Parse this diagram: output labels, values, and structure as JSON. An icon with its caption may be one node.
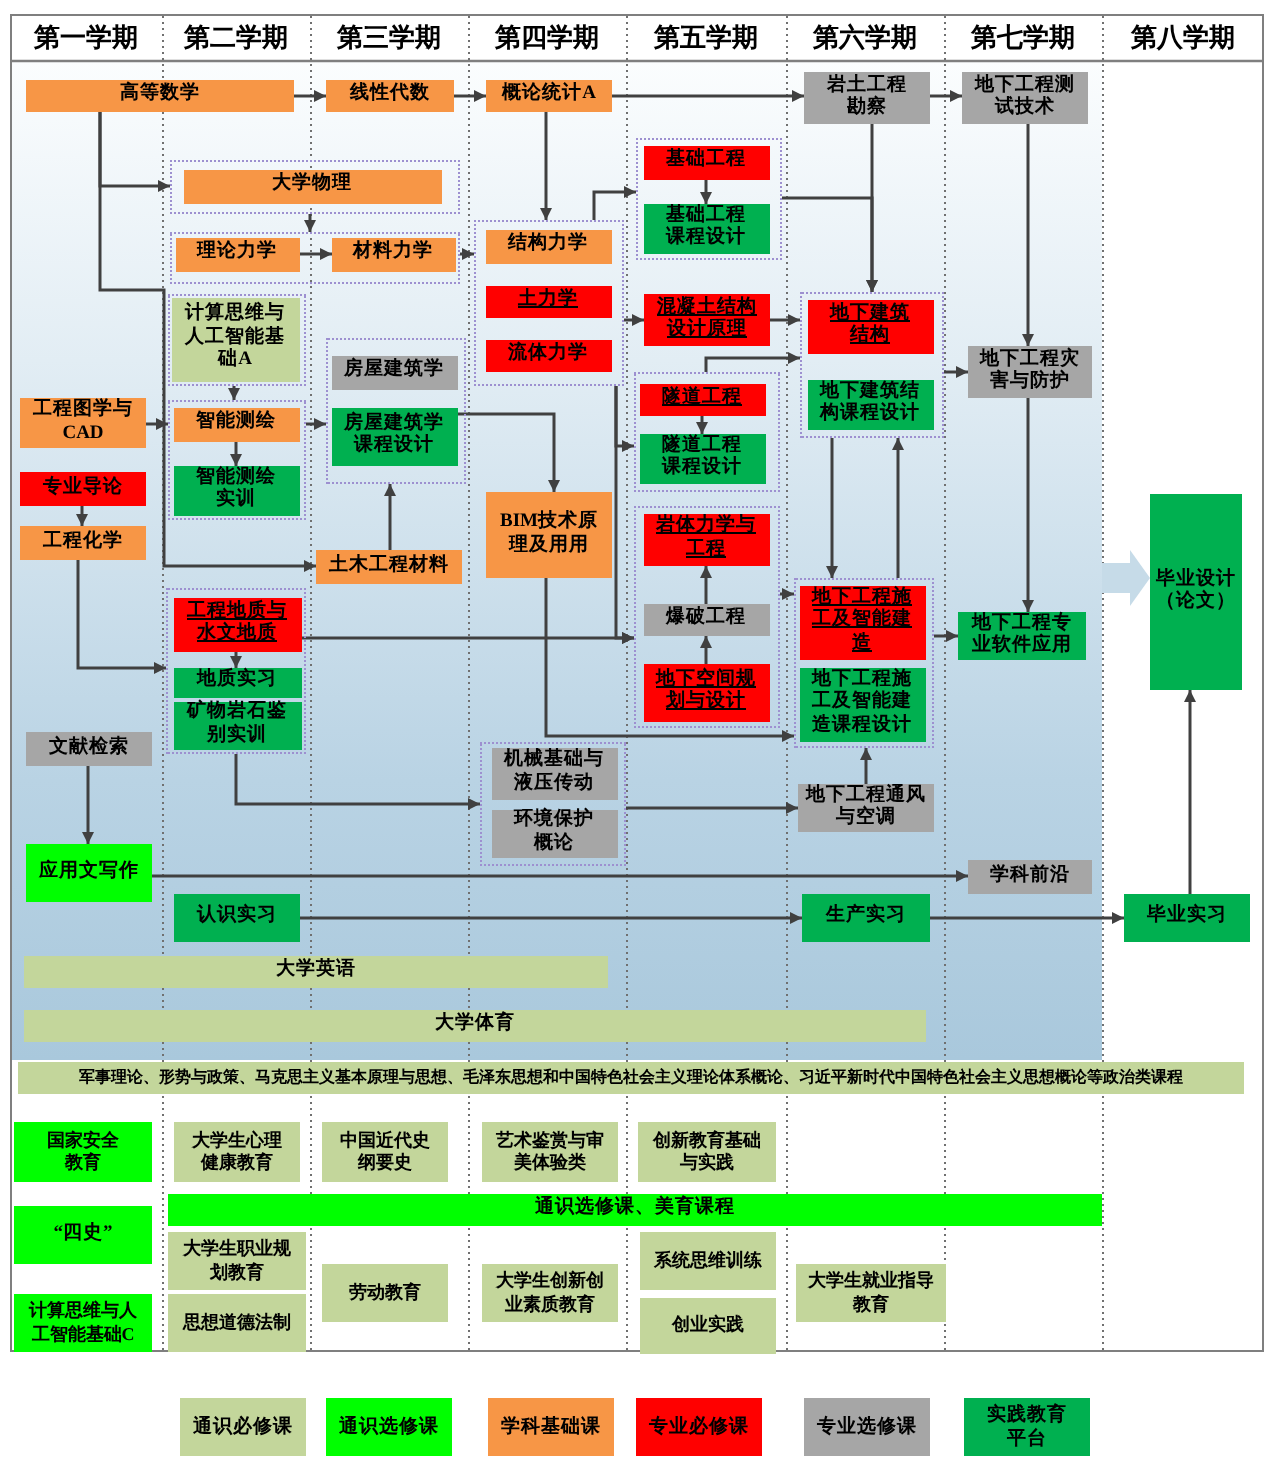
{
  "diagram": {
    "nodes": [
      {
        "text": [
          "高等数学"
        ]
      },
      {
        "text": [
          "线性代数"
        ]
      },
      {
        "text": [
          "概论统计A"
        ]
      },
      {
        "text": [
          "岩土工程勘察"
        ]
      },
      {
        "text": [
          "地下工程测试技术"
        ]
      },
      {
        "text": [],
        "shape": "box"
      },
      {
        "text": [
          "基础工程"
        ],
        "in": 5
      },
      {
        "text": [
          "基础工程课程设计"
        ],
        "in": 5
      },
      {
        "text": [],
        "shape": "box"
      },
      {
        "text": [
          "大学物理"
        ],
        "in": 8
      },
      {
        "text": [],
        "shape": "box"
      },
      {
        "text": [
          "理论力学"
        ],
        "in": 10
      },
      {
        "text": [
          "材料力学"
        ],
        "in": 10
      },
      {
        "text": [],
        "shape": "box"
      },
      {
        "text": [
          "结构力学"
        ],
        "in": 13
      },
      {
        "text": [
          "土力学"
        ],
        "in": 13
      },
      {
        "text": [
          "流体力学"
        ],
        "in": 13
      },
      {
        "text": [],
        "shape": "box"
      },
      {
        "text": [
          "计算思维与人工智能基础A"
        ],
        "in": 17
      },
      {
        "text": [
          "混凝土结构设计原理"
        ]
      },
      {
        "text": [],
        "shape": "box"
      },
      {
        "text": [
          "地下建筑结构"
        ],
        "in": 20
      },
      {
        "text": [
          "地下建筑结构课程设计"
        ],
        "in": 20
      },
      {
        "text": [
          "地下工程灾害与防护"
        ]
      },
      {
        "text": [],
        "shape": "box"
      },
      {
        "text": [
          "房屋建筑学"
        ],
        "in": 24
      },
      {
        "text": [
          "房屋建筑学课程设计"
        ],
        "in": 24
      },
      {
        "text": [],
        "shape": "box"
      },
      {
        "text": [
          "隧道工程"
        ],
        "in": 27
      },
      {
        "text": [
          "隧道工程课程设计"
        ],
        "in": 27
      },
      {
        "text": [
          "工程图学与CAD"
        ]
      },
      {
        "text": [],
        "shape": "box"
      },
      {
        "text": [
          "智能测绘"
        ],
        "in": 31
      },
      {
        "text": [
          "智能测绘实训"
        ],
        "in": 31
      },
      {
        "text": [
          "专业导论"
        ]
      },
      {
        "text": [
          "BIM技术原理及用用"
        ]
      },
      {
        "text": [
          "毕业设计（论文）"
        ]
      },
      {
        "text": [],
        "shape": "box"
      },
      {
        "text": [
          "岩体力学与工程"
        ],
        "in": 37
      },
      {
        "text": [
          "爆破工程"
        ],
        "in": 37
      },
      {
        "text": [
          "地下空间规划与设计"
        ],
        "in": 37
      },
      {
        "text": [
          "工程化学"
        ]
      },
      {
        "text": [
          "土木工程材料"
        ]
      },
      {
        "text": [],
        "shape": "box"
      },
      {
        "text": [
          "工程地质与水文地质"
        ],
        "in": 43
      },
      {
        "text": [
          "地质实习"
        ],
        "in": 43
      },
      {
        "text": [
          "矿物岩石鉴别实训"
        ],
        "in": 43
      },
      {
        "text": [],
        "shape": "box"
      },
      {
        "text": [
          "地下工程施工及智能建造"
        ],
        "in": 47
      },
      {
        "text": [
          "地下工程施工及智能建造课程设计"
        ],
        "in": 47
      },
      {
        "text": [
          "地下工程专业软件应用"
        ]
      },
      {
        "text": [
          "文献检索"
        ]
      },
      {
        "text": [],
        "shape": "box"
      },
      {
        "text": [
          "机械基础与液压传动"
        ],
        "in": 52
      },
      {
        "text": [
          "环境保护概论"
        ],
        "in": 52
      },
      {
        "text": [
          "地下工程通风与空调"
        ]
      },
      {
        "text": [
          "应用文写作"
        ]
      },
      {
        "text": [
          "学科前沿"
        ]
      },
      {
        "text": [
          "认识实习"
        ]
      },
      {
        "text": [
          "生产实习"
        ]
      },
      {
        "text": [
          "毕业实习"
        ]
      },
      {
        "text": [
          "大学英语"
        ]
      },
      {
        "text": [
          "大学体育"
        ]
      },
      {
        "text": [
          "军事理论、形势与政策、马克思主义基本原理与思想、毛泽东思想和中国特色社会主义理论体系概论、习近平新时代中国特色社会主义思想概论等政治类课程"
        ]
      },
      {
        "text": [
          "国家安全教育"
        ]
      },
      {
        "text": [
          "大学生心理健康教育"
        ]
      },
      {
        "text": [
          "中国近代史纲要史"
        ]
      },
      {
        "text": [
          "艺术鉴赏与审美体验类"
        ]
      },
      {
        "text": [
          "创新教育基础与实践"
        ]
      },
      {
        "text": [
          "通识选修课、美育课程"
        ]
      },
      {
        "text": [
          "“四史”"
        ]
      },
      {
        "text": [
          "大学生职业规划教育"
        ]
      },
      {
        "text": [
          "劳动教育"
        ]
      },
      {
        "text": [
          "大学生创新创业素质教育"
        ]
      },
      {
        "text": [
          "系统思维训练"
        ]
      },
      {
        "text": [
          "大学生就业指导教育"
        ]
      },
      {
        "text": [
          "计算思维与人工智能基础C"
        ]
      },
      {
        "text": [
          "思想道德法制"
        ]
      },
      {
        "text": [
          "创业实践"
        ]
      }
    ],
    "edges": [
      {
        "from": 0,
        "to": 1,
        "arrow": "to"
      },
      {
        "from": 1,
        "to": 2,
        "arrow": "to"
      },
      {
        "from": 2,
        "to": 3,
        "arrow": "to"
      },
      {
        "from": 3,
        "to": 4,
        "arrow": "to"
      },
      {
        "from": 0,
        "to": 8,
        "arrow": "to"
      },
      {
        "from": 0,
        "to": 42,
        "arrow": "to"
      },
      {
        "from": 2,
        "to": 13,
        "arrow": "to"
      },
      {
        "from": 8,
        "to": 10,
        "arrow": "to"
      },
      {
        "from": 11,
        "to": 12,
        "arrow": "to"
      },
      {
        "from": 10,
        "to": 13,
        "arrow": "to"
      },
      {
        "from": 13,
        "to": 5,
        "arrow": "to"
      },
      {
        "from": 6,
        "to": 7,
        "arrow": "to"
      },
      {
        "from": 13,
        "to": 19,
        "arrow": "to"
      },
      {
        "from": 3,
        "to": 20,
        "arrow": "to"
      },
      {
        "from": 5,
        "to": 20,
        "arrow": "to"
      },
      {
        "from": 19,
        "to": 20,
        "arrow": "to"
      },
      {
        "from": 27,
        "to": 20,
        "arrow": "to"
      },
      {
        "from": 28,
        "to": 29,
        "arrow": "to"
      },
      {
        "from": 4,
        "to": 23,
        "arrow": "to"
      },
      {
        "from": 20,
        "to": 23,
        "arrow": "to"
      },
      {
        "from": 20,
        "to": 47,
        "arrow": "to"
      },
      {
        "from": 47,
        "to": 20,
        "arrow": "to"
      },
      {
        "from": 23,
        "to": 50,
        "arrow": "to"
      },
      {
        "from": 47,
        "to": 50,
        "arrow": "to"
      },
      {
        "from": 13,
        "to": 27,
        "arrow": "to"
      },
      {
        "from": 13,
        "to": 37,
        "arrow": "to"
      },
      {
        "from": 44,
        "to": 37,
        "arrow": "to"
      },
      {
        "from": 39,
        "to": 38,
        "arrow": "to"
      },
      {
        "from": 40,
        "to": 39,
        "arrow": "to"
      },
      {
        "from": 37,
        "to": 47,
        "arrow": "to"
      },
      {
        "from": 35,
        "to": 47,
        "arrow": "to"
      },
      {
        "from": 17,
        "to": 31,
        "arrow": "to"
      },
      {
        "from": 30,
        "to": 31,
        "arrow": "to"
      },
      {
        "from": 32,
        "to": 33,
        "arrow": "to"
      },
      {
        "from": 31,
        "to": 24,
        "arrow": "to"
      },
      {
        "from": 26,
        "to": 35,
        "arrow": "to"
      },
      {
        "from": 42,
        "to": 24,
        "arrow": "to"
      },
      {
        "from": 34,
        "to": 41,
        "arrow": "to"
      },
      {
        "from": 41,
        "to": 43,
        "arrow": "to"
      },
      {
        "from": 44,
        "to": 45,
        "arrow": "to"
      },
      {
        "from": 43,
        "to": 52,
        "arrow": "to"
      },
      {
        "from": 52,
        "to": 55,
        "arrow": "to"
      },
      {
        "from": 55,
        "to": 47,
        "arrow": "to"
      },
      {
        "from": 51,
        "to": 56,
        "arrow": "to"
      },
      {
        "from": 56,
        "to": 57,
        "arrow": "to"
      },
      {
        "from": 58,
        "to": 59,
        "arrow": "to"
      },
      {
        "from": 59,
        "to": 60,
        "arrow": "to"
      },
      {
        "from": 60,
        "to": 36,
        "arrow": "to"
      },
      {
        "from": null,
        "to": 36,
        "arrow": "to",
        "style": "thick",
        "color": "#c6dbe8"
      }
    ],
    "labels": [
      "第一学期",
      "第二学期",
      "第三学期",
      "第四学期",
      "第五学期",
      "第六学期",
      "第七学期",
      "第八学期"
    ],
    "legend": [
      {
        "text": "通识必修课",
        "color": "#c3d69b"
      },
      {
        "text": "通识选修课",
        "color": "#00ff00"
      },
      {
        "text": "学科基础课",
        "color": "#f79646"
      },
      {
        "text": "专业必修课",
        "color": "#ff0000"
      },
      {
        "text": "专业选修课",
        "color": "#a6a6a6"
      },
      {
        "text": "实践教育平台",
        "color": "#00b050"
      }
    ]
  }
}
